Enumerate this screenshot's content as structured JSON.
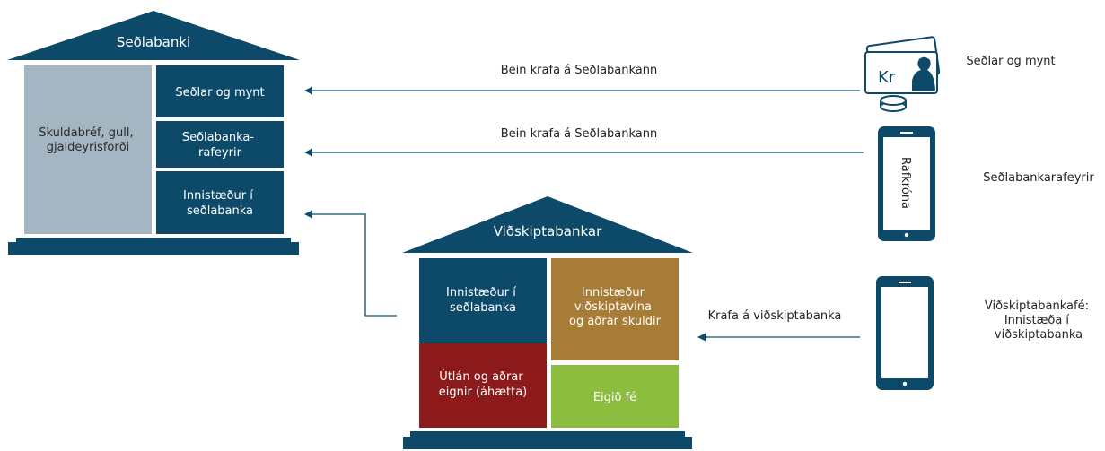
{
  "central_bank": {
    "title": "Seðlabanki",
    "assets": [
      "Skuldabréf, gull,",
      "gjaldeyrisforði"
    ],
    "liabilities": {
      "notes": [
        "Seðlar og mynt"
      ],
      "cbdc": [
        "Seðlabanka-",
        "rafeyrir"
      ],
      "deposits": [
        "Innistæður í",
        "seðlabanka"
      ]
    }
  },
  "commercial_bank": {
    "title": "Viðskiptabankar",
    "reserves": [
      "Innistæður í",
      "seðlabanka"
    ],
    "customer_deposits": [
      "Innistæður",
      "viðskiptavina",
      "og aðrar skuldir"
    ],
    "loans": [
      "Útlán og aðrar",
      "eignir (áhætta)"
    ],
    "equity": [
      "Eigið fé"
    ]
  },
  "arrows": {
    "claim_1": "Bein krafa á Seðlabankann",
    "claim_2": "Bein krafa á Seðlabankann",
    "claim_3": "Krafa á viðskiptabanka"
  },
  "items": {
    "cash": {
      "icon": "banknote-coins-icon",
      "badge": "Kr",
      "label": [
        "Seðlar og mynt"
      ]
    },
    "cbdc": {
      "icon": "phone-icon",
      "screen_text": "Rafkróna",
      "label": [
        "Seðlabankarafeyrir"
      ]
    },
    "deposit": {
      "icon": "phone-icon",
      "label": [
        "Viðskiptabankafé:",
        "Innistæða í",
        "viðskiptabanka"
      ]
    }
  },
  "colors": {
    "navy": "#0d4a69",
    "steel": "#a3b6c2",
    "bronze": "#a67c36",
    "crimson": "#8c1a1a",
    "lime": "#8dbd3e"
  }
}
